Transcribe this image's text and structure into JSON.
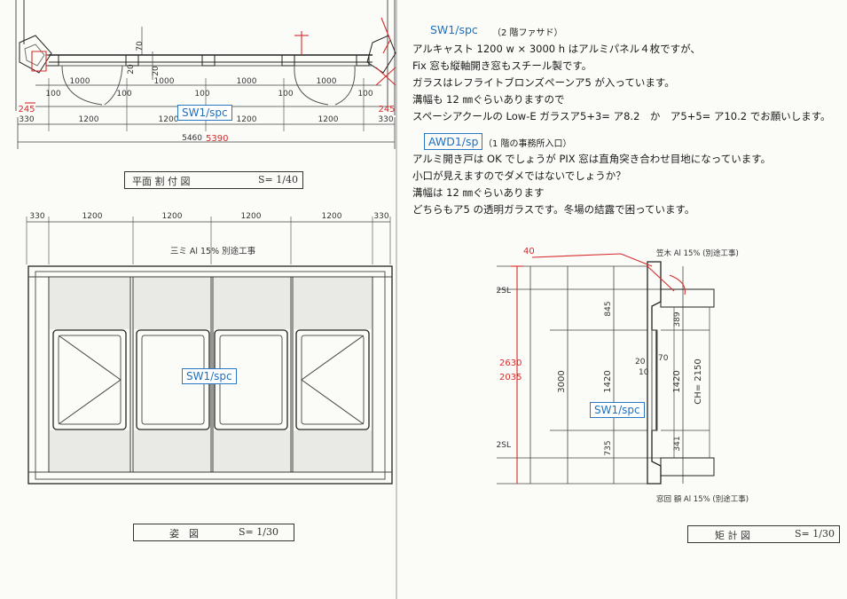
{
  "notes": {
    "sw1_title": "SW1/spc",
    "sw1_sub": "（2 階ファサド）",
    "sw1_lines": [
      "アルキャスト 1200 w × 3000 h はアルミパネル４枚ですが、",
      "Fix 窓も縦軸開き窓もスチール製です。",
      "ガラスはレフライトブロンズペーンア5 が入っています。",
      "溝幅も 12 ㎜ぐらいありますので",
      "スペーシアクールの Low-E ガラスア5+3= ア8.2　か　ア5+5= ア10.2 でお願いします。"
    ],
    "awd1_title": "AWD1/sp",
    "awd1_sub": "（1 階の事務所入口）",
    "awd1_lines": [
      "アルミ開き戸は OK でしょうが PIX 窓は直角突き合わせ目地になっています。",
      "小口が見えますのでダメではないでしょうか？",
      "溝幅は 12 ㎜ぐらいあります",
      "どちらもア5 の透明ガラスです。冬場の結露で困っています。"
    ]
  },
  "tags": {
    "plan_tag": "SW1/spc",
    "elev_tag": "SW1/spc",
    "section_tag": "SW1/spc"
  },
  "plan": {
    "dims_top": [
      "1000",
      "1000",
      "1000",
      "1000"
    ],
    "dims_gap": [
      "100",
      "100",
      "100",
      "100",
      "100"
    ],
    "dims_swing": [
      "1200",
      "1200",
      "1200",
      "1200"
    ],
    "end_left": "330",
    "end_right": "330",
    "total_old": "5460",
    "total_new": "5390",
    "red_left": "245",
    "red_right": "245",
    "top_marks": [
      "70",
      "20",
      "20"
    ],
    "title": "平面 割 付 図",
    "scale": "S= 1/40"
  },
  "elevation": {
    "dims": [
      "330",
      "1200",
      "1200",
      "1200",
      "1200",
      "330"
    ],
    "note": "三ミ Al 15%  別途工事",
    "title": "姿　図",
    "scale": "S= 1/30"
  },
  "section": {
    "top_note": "笠木 Al 15% (別途工事)",
    "bottom_note": "窓回 額 Al 15% (別途工事)",
    "fl_upper": "2SL",
    "fl_lower": "2SL",
    "height_total": "3000",
    "red_dim1": "2630",
    "red_dim2": "2035",
    "dim_845": "845",
    "dim_1420a": "1420",
    "dim_735": "735",
    "dim_389": "389",
    "dim_1420b": "1420",
    "dim_341": "341",
    "ch": "CH= 2150",
    "small_20": "20",
    "small_70": "70",
    "small_10": "10",
    "red_40": "40",
    "title": "矩 計 図",
    "scale": "S= 1/30"
  }
}
